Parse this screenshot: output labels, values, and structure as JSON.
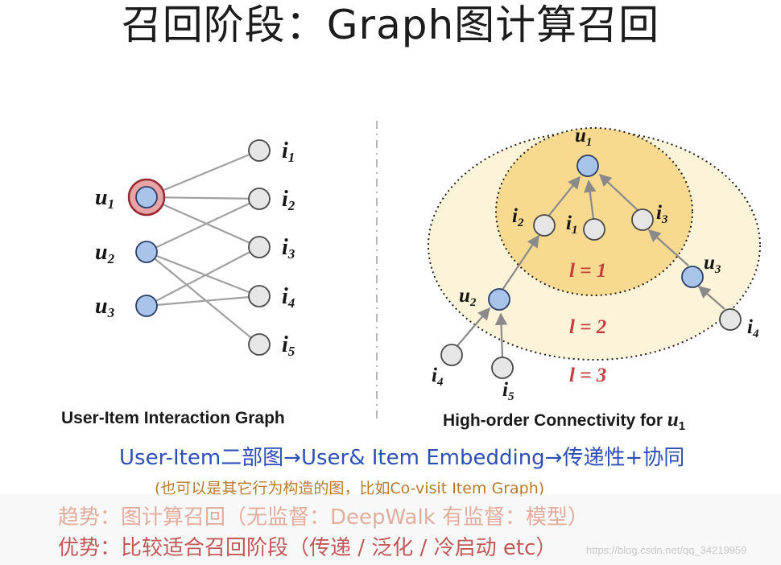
{
  "title": "召回阶段：Graph图计算召回",
  "left_panel": {
    "caption": "User-Item Interaction Graph",
    "users": [
      {
        "label": "u",
        "sub": "1",
        "highlight": true
      },
      {
        "label": "u",
        "sub": "2",
        "highlight": false
      },
      {
        "label": "u",
        "sub": "3",
        "highlight": false
      }
    ],
    "items": [
      {
        "label": "i",
        "sub": "1"
      },
      {
        "label": "i",
        "sub": "2"
      },
      {
        "label": "i",
        "sub": "3"
      },
      {
        "label": "i",
        "sub": "4"
      },
      {
        "label": "i",
        "sub": "5"
      }
    ],
    "edges": [
      [
        "u1",
        "i1"
      ],
      [
        "u1",
        "i2"
      ],
      [
        "u1",
        "i3"
      ],
      [
        "u2",
        "i2"
      ],
      [
        "u2",
        "i4"
      ],
      [
        "u2",
        "i5"
      ],
      [
        "u3",
        "i3"
      ],
      [
        "u3",
        "i4"
      ]
    ]
  },
  "right_panel": {
    "caption_text": "High-order Connectivity for ",
    "caption_var": "u",
    "caption_sub": "1",
    "layers": [
      "l = 1",
      "l = 2",
      "l = 3"
    ],
    "nodes": [
      {
        "id": "u1",
        "label": "u",
        "sub": "1",
        "type": "user"
      },
      {
        "id": "i2",
        "label": "i",
        "sub": "2",
        "type": "item"
      },
      {
        "id": "i1",
        "label": "i",
        "sub": "1",
        "type": "item"
      },
      {
        "id": "i3",
        "label": "i",
        "sub": "3",
        "type": "item"
      },
      {
        "id": "u2",
        "label": "u",
        "sub": "2",
        "type": "user"
      },
      {
        "id": "u3",
        "label": "u",
        "sub": "3",
        "type": "user"
      },
      {
        "id": "i4a",
        "label": "i",
        "sub": "4",
        "type": "item"
      },
      {
        "id": "i5",
        "label": "i",
        "sub": "5",
        "type": "item"
      },
      {
        "id": "i4b",
        "label": "i",
        "sub": "4",
        "type": "item"
      }
    ]
  },
  "text_lines": {
    "line1": "User-Item二部图→User& Item Embedding→传递性+协同",
    "line2": "(也可以是其它行为构造的图，比如Co-visit Item Graph)",
    "line3": "趋势：图计算召回（无监督：DeepWalk  有监督：模型）",
    "line4": "优势：比较适合召回阶段（传递 / 泛化 / 冷启动 etc）"
  },
  "watermark": "https://blog.csdn.net/qq_34219959",
  "colors": {
    "user_fill": "#a8c4ea",
    "item_fill": "#e6e6e6",
    "highlight_ring": "#e8a3a6",
    "inner_region": "#f7d98f",
    "outer_region": "#fdf3d8",
    "layer_text": "#c73c3c",
    "line1": "#2d4fb8"
  }
}
